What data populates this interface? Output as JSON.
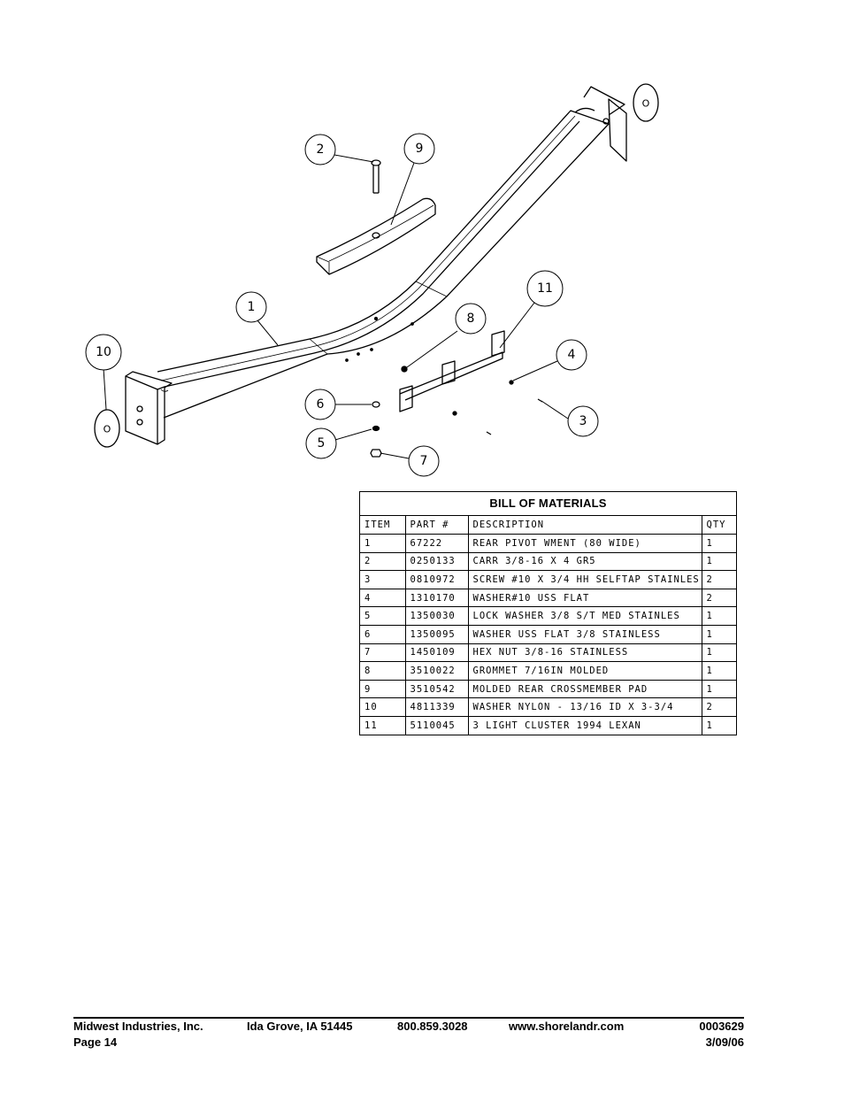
{
  "callouts": {
    "c1": "1",
    "c2": "2",
    "c3": "3",
    "c4": "4",
    "c5": "5",
    "c6": "6",
    "c7": "7",
    "c8": "8",
    "c9": "9",
    "c10": "10",
    "c11": "11",
    "washer_a": "O",
    "washer_b": "O"
  },
  "bom": {
    "title": "BILL OF MATERIALS",
    "headers": [
      "ITEM",
      "PART #",
      "DESCRIPTION",
      "QTY"
    ],
    "rows": [
      [
        "1",
        "67222",
        "REAR PIVOT WMENT (80 WIDE)",
        "1"
      ],
      [
        "2",
        "0250133",
        "CARR 3/8-16 X 4 GR5",
        "1"
      ],
      [
        "3",
        "0810972",
        "SCREW #10 X 3/4 HH SELFTAP STAINLES",
        "2"
      ],
      [
        "4",
        "1310170",
        "WASHER#10 USS FLAT",
        "2"
      ],
      [
        "5",
        "1350030",
        "LOCK WASHER 3/8 S/T MED STAINLES",
        "1"
      ],
      [
        "6",
        "1350095",
        "WASHER USS FLAT 3/8 STAINLESS",
        "1"
      ],
      [
        "7",
        "1450109",
        "HEX NUT 3/8-16 STAINLESS",
        "1"
      ],
      [
        "8",
        "3510022",
        "GROMMET  7/16IN MOLDED",
        "1"
      ],
      [
        "9",
        "3510542",
        "MOLDED REAR CROSSMEMBER PAD",
        "1"
      ],
      [
        "10",
        "4811339",
        "WASHER NYLON - 13/16 ID X 3-3/4",
        "2"
      ],
      [
        "11",
        "5110045",
        "3 LIGHT CLUSTER  1994  LEXAN",
        "1"
      ]
    ]
  },
  "footer": {
    "company": "Midwest Industries, Inc.",
    "location": "Ida Grove, IA  51445",
    "phone": "800.859.3028",
    "website": "www.shorelandr.com",
    "doc_number": "0003629",
    "page": "Page 14",
    "date": "3/09/06"
  }
}
